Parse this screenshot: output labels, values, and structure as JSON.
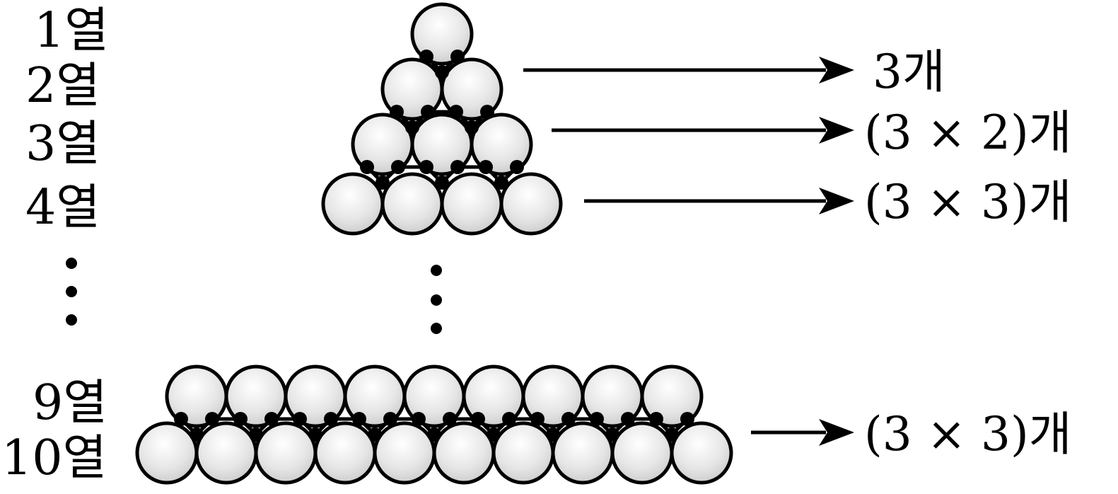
{
  "rows": [
    {
      "id": "row1",
      "label": "1열",
      "count_text": "",
      "balls": 1
    },
    {
      "id": "row2",
      "label": "2열",
      "count_text": "3개",
      "balls": 2
    },
    {
      "id": "row3",
      "label": "3열",
      "count_text": "(3 × 2)개",
      "balls": 3
    },
    {
      "id": "row4",
      "label": "4열",
      "count_text": "(3 × 3)개",
      "balls": 4
    },
    {
      "id": "row9",
      "label": "9열",
      "count_text": "",
      "balls": 9
    },
    {
      "id": "row10",
      "label": "10열",
      "count_text": "(3 × 3)개",
      "balls": 10
    }
  ],
  "ellipsis": "⋮",
  "colors": {
    "ball_light": "#f4f4f4",
    "ball_dark": "#c8c8c8",
    "stroke": "#000000"
  }
}
